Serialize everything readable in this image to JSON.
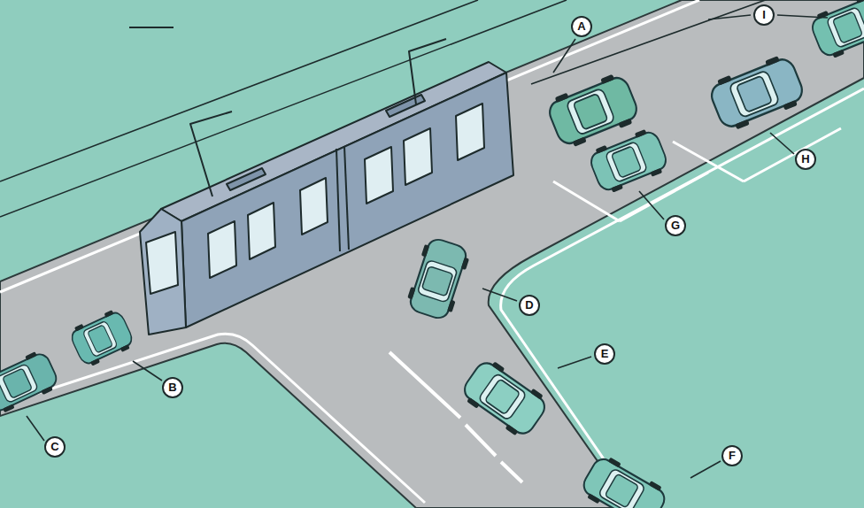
{
  "diagram": {
    "labels": [
      "A",
      "I",
      "B",
      "C",
      "D",
      "E",
      "F",
      "G",
      "H"
    ]
  }
}
